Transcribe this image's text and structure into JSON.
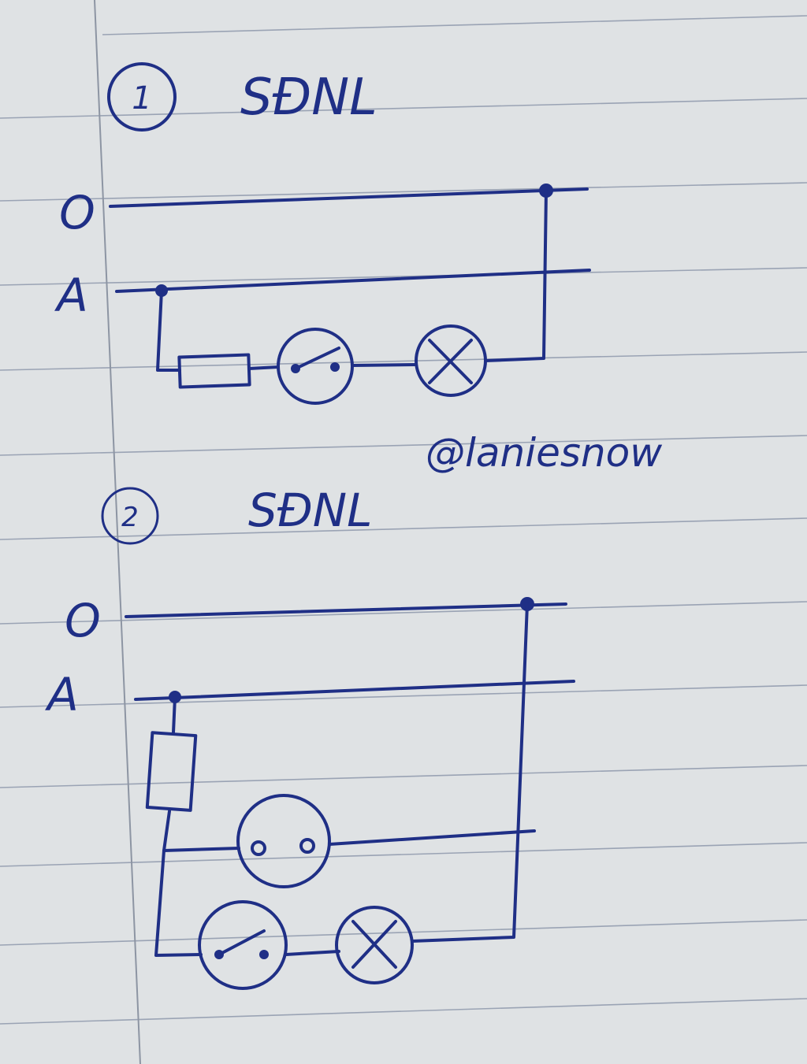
{
  "colors": {
    "paper": "#dfe2e4",
    "ink": "#1f2f86",
    "rule": "#9aa3b4"
  },
  "diagram1": {
    "number": "1",
    "title": "SĐNL",
    "line_top_label": "O",
    "line_bottom_label": "A",
    "components": [
      "fuse-icon",
      "switch-icon",
      "lamp-icon"
    ]
  },
  "watermark": "@laniesnow",
  "diagram2": {
    "number": "2",
    "title": "SĐNL",
    "line_top_label": "O",
    "line_bottom_label": "A",
    "components": [
      "fuse-icon",
      "socket-icon",
      "switch-icon",
      "lamp-icon"
    ]
  }
}
